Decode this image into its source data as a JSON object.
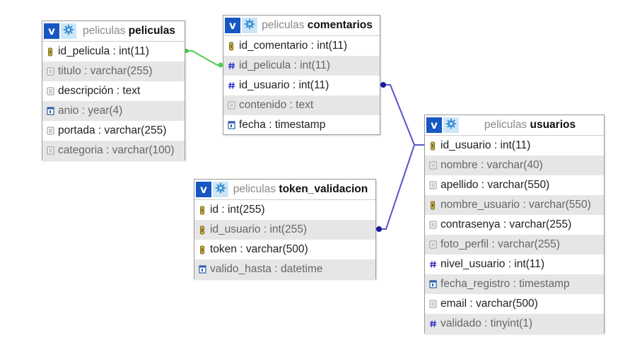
{
  "colors": {
    "relation_green": "#4ccf4c",
    "relation_blue": "#5555cc",
    "endpoint_dark": "#1a1aa0",
    "header_button": "#1857c2",
    "alt_row": "#e6e6e6"
  },
  "tables": [
    {
      "id": "peliculas",
      "database": "peliculas",
      "name": "peliculas",
      "columns": [
        {
          "text": "id_pelicula : int(11)",
          "icon": "key-icon"
        },
        {
          "text": "titulo : varchar(255)",
          "icon": "column-icon"
        },
        {
          "text": "descripción : text",
          "icon": "column-icon"
        },
        {
          "text": "anio : year(4)",
          "icon": "date-icon"
        },
        {
          "text": "portada : varchar(255)",
          "icon": "column-icon"
        },
        {
          "text": "categoria : varchar(100)",
          "icon": "column-icon"
        }
      ]
    },
    {
      "id": "comentarios",
      "database": "peliculas",
      "name": "comentarios",
      "columns": [
        {
          "text": "id_comentario : int(11)",
          "icon": "key-icon"
        },
        {
          "text": "id_pelicula : int(11)",
          "icon": "hash-icon"
        },
        {
          "text": "id_usuario : int(11)",
          "icon": "hash-icon"
        },
        {
          "text": "contenido : text",
          "icon": "column-icon"
        },
        {
          "text": "fecha : timestamp",
          "icon": "date-icon"
        }
      ]
    },
    {
      "id": "token_validacion",
      "database": "peliculas",
      "name": "token_validacion",
      "columns": [
        {
          "text": "id : int(255)",
          "icon": "key-icon"
        },
        {
          "text": "id_usuario : int(255)",
          "icon": "key-icon"
        },
        {
          "text": "token : varchar(500)",
          "icon": "key-icon"
        },
        {
          "text": "valido_hasta : datetime",
          "icon": "date-icon"
        }
      ]
    },
    {
      "id": "usuarios",
      "database": "peliculas",
      "name": "usuarios",
      "columns": [
        {
          "text": "id_usuario : int(11)",
          "icon": "key-icon"
        },
        {
          "text": "nombre : varchar(40)",
          "icon": "column-icon"
        },
        {
          "text": "apellido : varchar(550)",
          "icon": "column-icon"
        },
        {
          "text": "nombre_usuario : varchar(550)",
          "icon": "key-icon"
        },
        {
          "text": "contrasenya : varchar(255)",
          "icon": "column-icon"
        },
        {
          "text": "foto_perfil : varchar(255)",
          "icon": "column-icon"
        },
        {
          "text": "nivel_usuario : int(11)",
          "icon": "hash-icon"
        },
        {
          "text": "fecha_registro : timestamp",
          "icon": "date-icon"
        },
        {
          "text": "email : varchar(500)",
          "icon": "column-icon"
        },
        {
          "text": "validado : tinyint(1)",
          "icon": "hash-icon"
        }
      ]
    }
  ],
  "relations": [
    {
      "from": "peliculas.id_pelicula",
      "to": "comentarios.id_pelicula",
      "color": "green"
    },
    {
      "from": "usuarios.id_usuario",
      "to": "comentarios.id_usuario",
      "color": "blue"
    },
    {
      "from": "usuarios.id_usuario",
      "to": "token_validacion.id_usuario",
      "color": "blue"
    }
  ]
}
